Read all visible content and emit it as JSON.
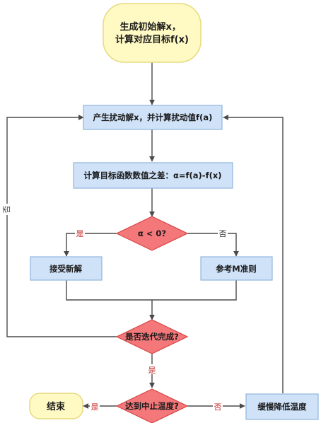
{
  "nodes": {
    "start": "生成初始解x，计算对应目标f(x)",
    "perturb": "产生扰动解x，并计算扰动值f(a)",
    "diff": "计算目标函数数值之差：α=f(a)-f(x)",
    "cond": "α < 0?",
    "accept": "接受新解",
    "metropolis": "参考M准则",
    "iter": "是否迭代完成?",
    "temp": "达到中止温度?",
    "end": "结束",
    "cool": "缓慢降低温度"
  },
  "edges": {
    "cond_yes": "是",
    "cond_no": "否",
    "iter_no": "否",
    "iter_yes": "是",
    "temp_yes": "是",
    "temp_no": "否"
  },
  "colors": {
    "start_fill": "#fff9c4",
    "start_stroke": "#e6da7e",
    "box_fill": "#cfe2f8",
    "box_stroke": "#8fb6dd",
    "decision_fill": "#f4777a",
    "decision_stroke": "#d64545",
    "line": "#4a4a4a"
  }
}
